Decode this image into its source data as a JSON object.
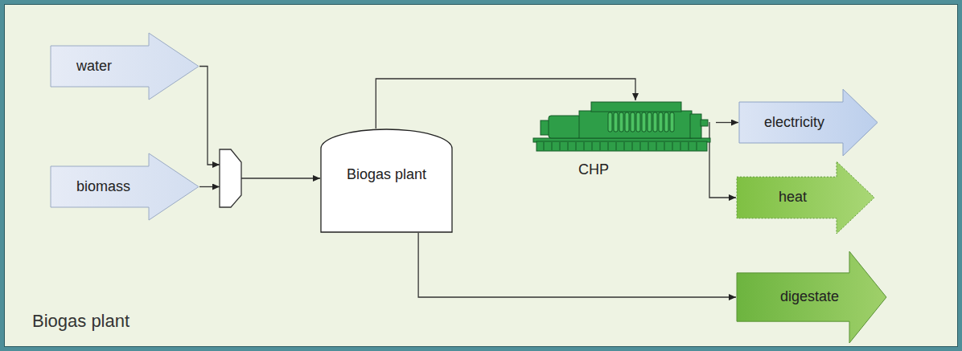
{
  "diagram": {
    "caption": "Biogas plant",
    "nodes": [
      {
        "text": [
          "water"
        ]
      },
      {
        "text": [
          "biomass"
        ]
      },
      {
        "text": [
          "Biogas plant"
        ]
      },
      {
        "text": [
          "CHP"
        ]
      },
      {
        "text": [
          "electricity"
        ]
      },
      {
        "text": [
          "heat"
        ]
      },
      {
        "text": [
          "digestate"
        ]
      }
    ],
    "edges": [
      {
        "from": 0,
        "to": 2,
        "arrow": "to"
      },
      {
        "from": 1,
        "to": 2,
        "arrow": "to"
      },
      {
        "from": 2,
        "to": 3,
        "arrow": "to"
      },
      {
        "from": 3,
        "to": 4,
        "arrow": "to"
      },
      {
        "from": 3,
        "to": 5,
        "arrow": "to"
      },
      {
        "from": 2,
        "to": 6,
        "arrow": "to"
      }
    ]
  }
}
